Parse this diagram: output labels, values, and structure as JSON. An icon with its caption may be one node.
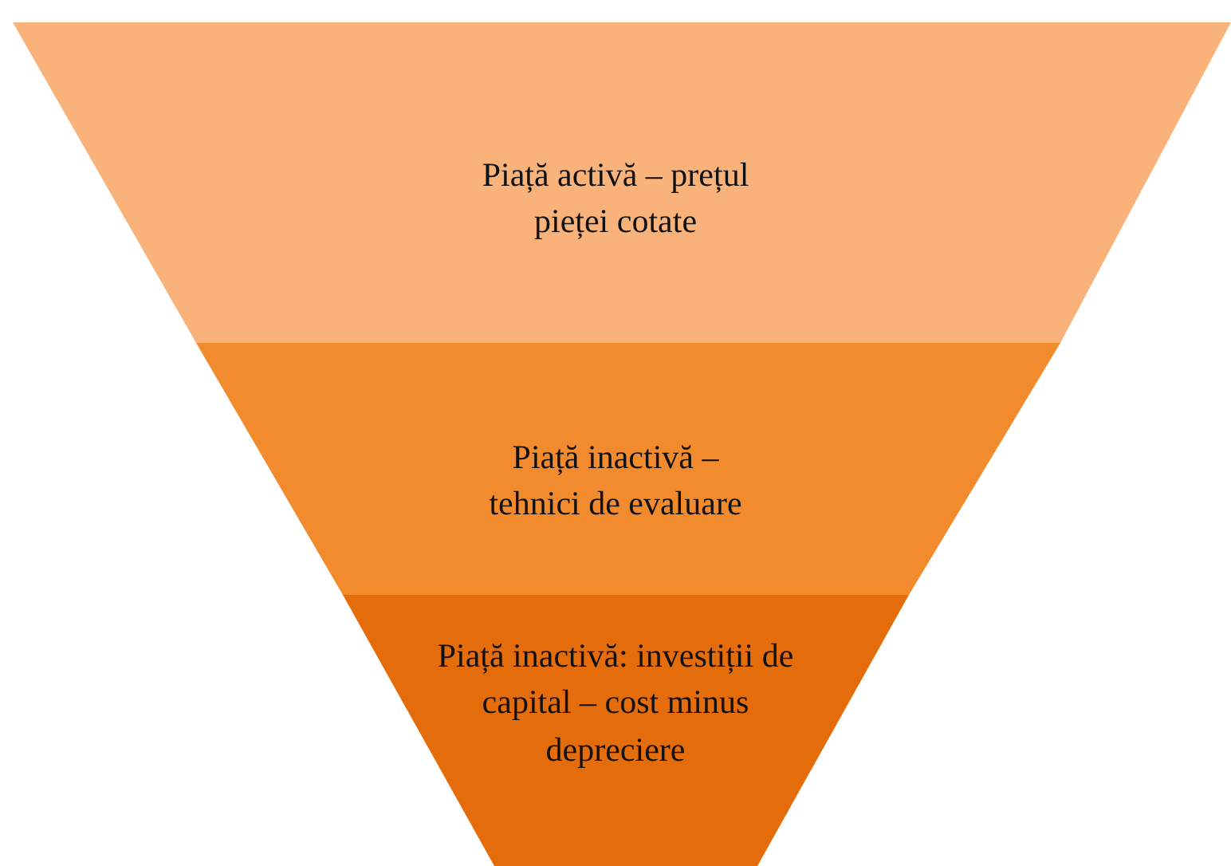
{
  "diagram": {
    "nodes": [
      {
        "text": [
          "Piață activă – prețul pieței cotate"
        ]
      },
      {
        "text": [
          "Piață inactivă – tehnici de evaluare"
        ]
      },
      {
        "text": [
          "Piață inactivă: investiții de capital – cost minus depreciere"
        ]
      }
    ]
  }
}
